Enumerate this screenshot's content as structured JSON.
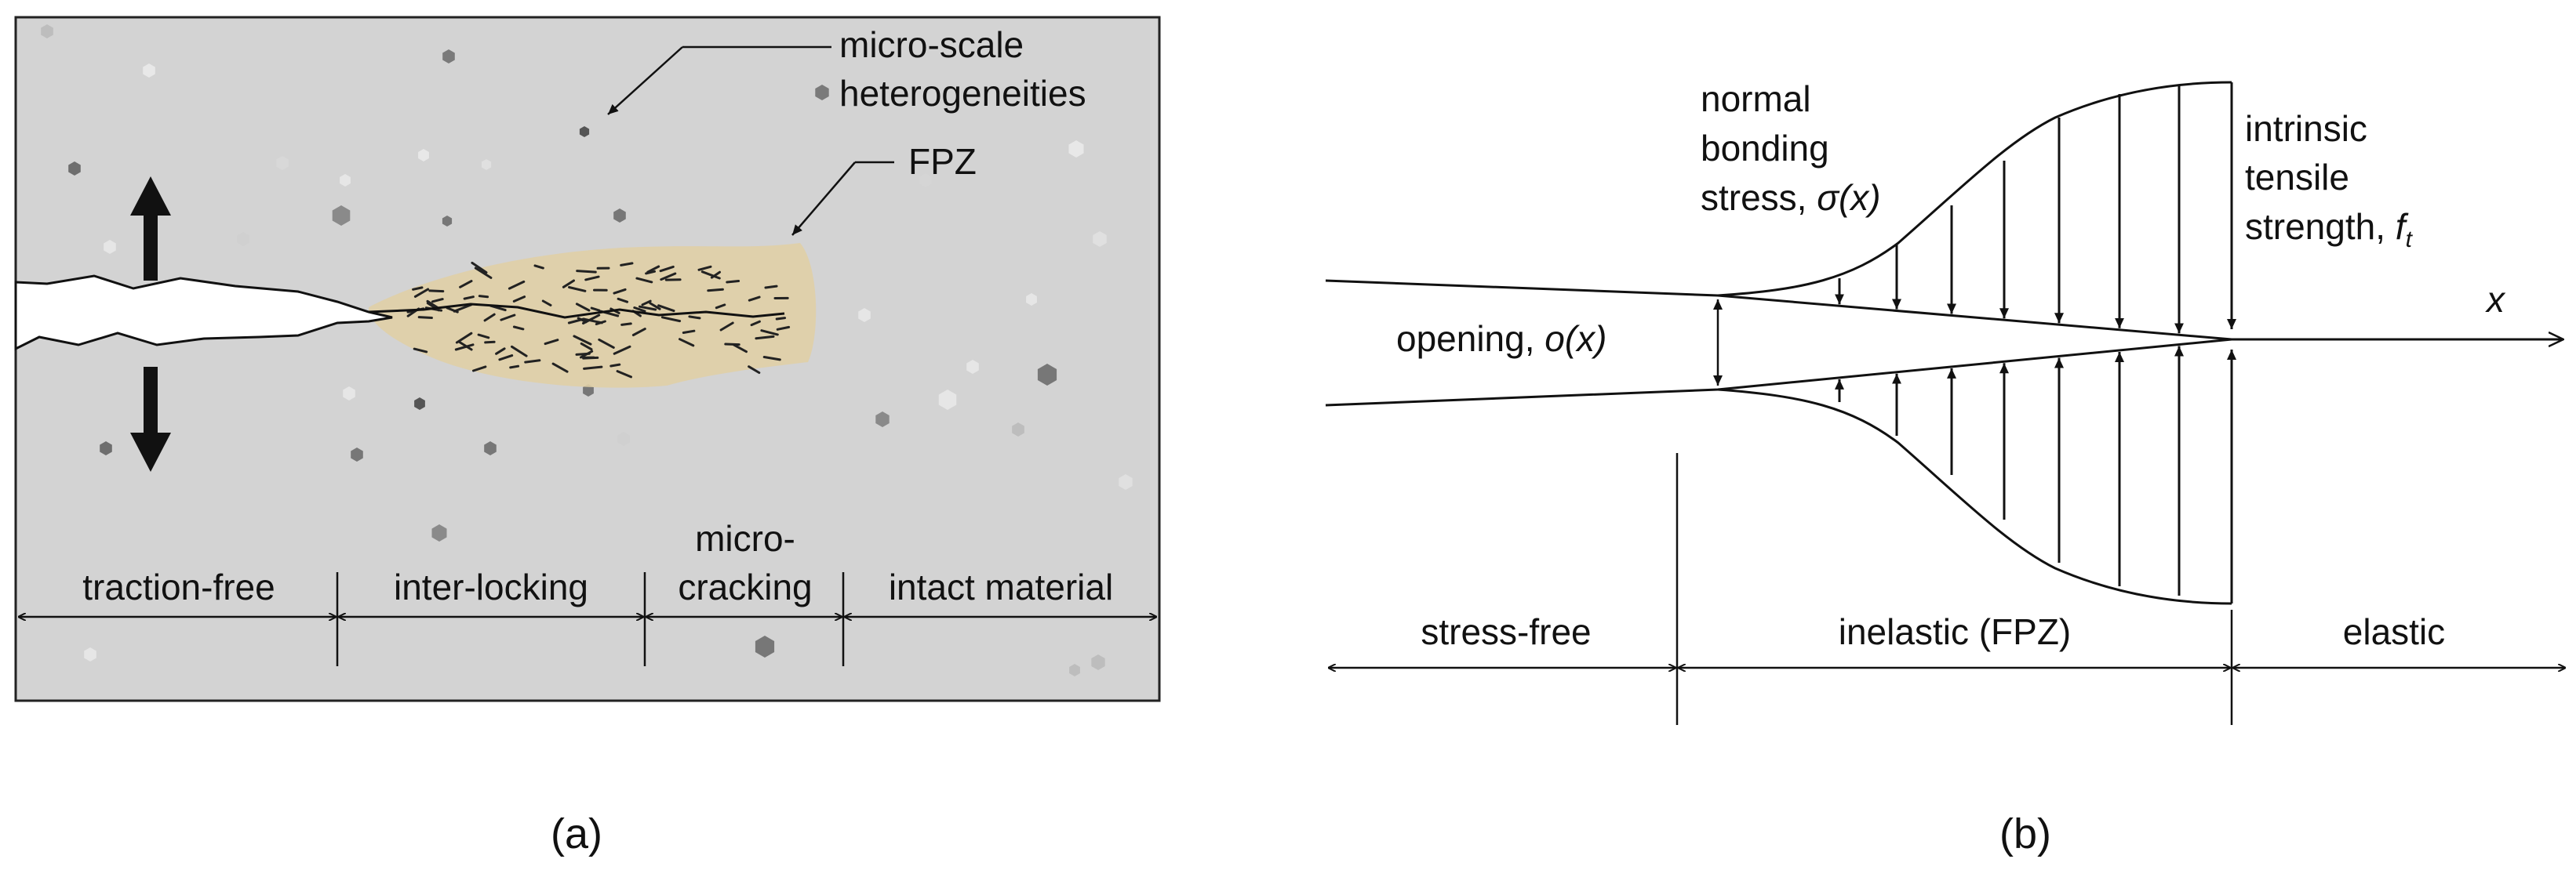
{
  "panel_a": {
    "caption": "(a)",
    "labels": {
      "heterogeneities_1": "micro-scale",
      "heterogeneities_2": "heterogeneities",
      "fpz": "FPZ"
    },
    "zones": {
      "traction_free": "traction-free",
      "inter_locking": "inter-locking",
      "micro_cracking_1": "micro-",
      "micro_cracking_2": "cracking",
      "intact": "intact material"
    },
    "colors": {
      "background": "#d3d3d3",
      "fpz": "#e0cfa6",
      "crack": "#ffffff"
    }
  },
  "panel_b": {
    "caption": "(b)",
    "labels": {
      "normal_1": "normal",
      "normal_2": "bonding",
      "normal_3": "stress, ",
      "normal_sym": "σ(x)",
      "intrinsic_1": "intrinsic",
      "intrinsic_2": "tensile",
      "intrinsic_3": "strength, ",
      "intrinsic_sym": "f",
      "intrinsic_sub": "t",
      "opening": "opening, ",
      "opening_sym": "o(x)",
      "x_axis": "x"
    },
    "zones": {
      "stress_free": "stress-free",
      "inelastic": "inelastic (FPZ)",
      "elastic": "elastic"
    }
  }
}
